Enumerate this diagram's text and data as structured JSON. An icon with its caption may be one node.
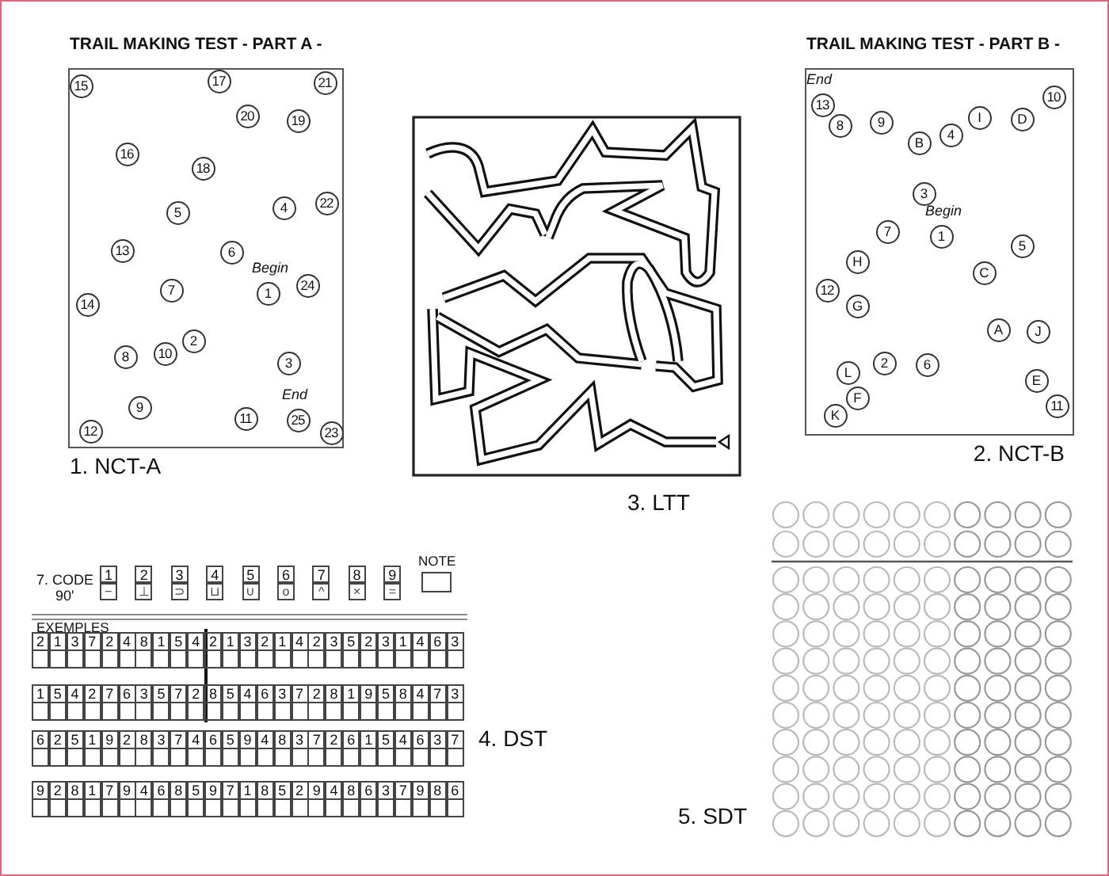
{
  "diagram": {
    "nodes": [
      {
        "text": [
          "TRAIL MAKING TEST - PART A -"
        ],
        "beside": [
          "1. NCT-A"
        ]
      },
      {
        "text": [
          "15"
        ],
        "in": 0
      },
      {
        "text": [
          "17"
        ],
        "in": 0
      },
      {
        "text": [
          "21"
        ],
        "in": 0
      },
      {
        "text": [
          "20"
        ],
        "in": 0
      },
      {
        "text": [
          "19"
        ],
        "in": 0
      },
      {
        "text": [
          "16"
        ],
        "in": 0
      },
      {
        "text": [
          "18"
        ],
        "in": 0
      },
      {
        "text": [
          "22"
        ],
        "in": 0
      },
      {
        "text": [
          "4"
        ],
        "in": 0
      },
      {
        "text": [
          "5"
        ],
        "in": 0
      },
      {
        "text": [
          "13"
        ],
        "in": 0
      },
      {
        "text": [
          "6"
        ],
        "in": 0
      },
      {
        "text": [
          "24"
        ],
        "in": 0
      },
      {
        "text": [
          "1"
        ],
        "in": 0,
        "beside": [
          "Begin"
        ]
      },
      {
        "text": [
          "7"
        ],
        "in": 0
      },
      {
        "text": [
          "14"
        ],
        "in": 0
      },
      {
        "text": [
          "2"
        ],
        "in": 0
      },
      {
        "text": [
          "10"
        ],
        "in": 0
      },
      {
        "text": [
          "8"
        ],
        "in": 0
      },
      {
        "text": [
          "3"
        ],
        "in": 0
      },
      {
        "text": [
          "9"
        ],
        "in": 0
      },
      {
        "text": [
          "11"
        ],
        "in": 0
      },
      {
        "text": [
          "25"
        ],
        "in": 0,
        "beside": [
          "End"
        ]
      },
      {
        "text": [
          "12"
        ],
        "in": 0
      },
      {
        "text": [
          "23"
        ],
        "in": 0
      },
      {
        "text": [
          "TRAIL MAKING TEST - PART B -"
        ],
        "beside": [
          "2. NCT-B"
        ]
      },
      {
        "text": [
          "13"
        ],
        "in": 26,
        "beside": [
          "End"
        ]
      },
      {
        "text": [
          "10"
        ],
        "in": 26
      },
      {
        "text": [
          "I"
        ],
        "in": 26
      },
      {
        "text": [
          "D"
        ],
        "in": 26
      },
      {
        "text": [
          "9"
        ],
        "in": 26
      },
      {
        "text": [
          "8"
        ],
        "in": 26
      },
      {
        "text": [
          "4"
        ],
        "in": 26
      },
      {
        "text": [
          "B"
        ],
        "in": 26
      },
      {
        "text": [
          "3"
        ],
        "in": 26
      },
      {
        "text": [
          "7"
        ],
        "in": 26
      },
      {
        "text": [
          "1"
        ],
        "in": 26,
        "beside": [
          "Begin"
        ]
      },
      {
        "text": [
          "5"
        ],
        "in": 26
      },
      {
        "text": [
          "H"
        ],
        "in": 26
      },
      {
        "text": [
          "C"
        ],
        "in": 26
      },
      {
        "text": [
          "12"
        ],
        "in": 26
      },
      {
        "text": [
          "G"
        ],
        "in": 26
      },
      {
        "text": [
          "A"
        ],
        "in": 26
      },
      {
        "text": [
          "J"
        ],
        "in": 26
      },
      {
        "text": [
          "2"
        ],
        "in": 26
      },
      {
        "text": [
          "6"
        ],
        "in": 26
      },
      {
        "text": [
          "L"
        ],
        "in": 26
      },
      {
        "text": [
          "E"
        ],
        "in": 26
      },
      {
        "text": [
          "F"
        ],
        "in": 26
      },
      {
        "text": [
          "11"
        ],
        "in": 26
      },
      {
        "text": [
          "K"
        ],
        "in": 26
      }
    ],
    "labels": [
      "3. LTT",
      "7. CODE",
      "90'",
      "1",
      "2",
      "3",
      "4",
      "5",
      "6",
      "7",
      "8",
      "9",
      "NOTE",
      "−",
      "⊥",
      "⊃",
      "⊔",
      "∪",
      "o",
      "^",
      "×",
      "=",
      "EXEMPLES",
      "2",
      "1",
      "3",
      "7",
      "2",
      "4",
      "8",
      "1",
      "5",
      "4",
      "2",
      "1",
      "3",
      "2",
      "1",
      "4",
      "2",
      "3",
      "5",
      "2",
      "3",
      "1",
      "4",
      "6",
      "3",
      "1",
      "5",
      "4",
      "2",
      "7",
      "6",
      "3",
      "5",
      "7",
      "2",
      "8",
      "5",
      "4",
      "6",
      "3",
      "7",
      "2",
      "8",
      "1",
      "9",
      "5",
      "8",
      "4",
      "7",
      "3",
      "6",
      "2",
      "5",
      "1",
      "9",
      "2",
      "8",
      "3",
      "7",
      "4",
      "6",
      "5",
      "9",
      "4",
      "8",
      "3",
      "7",
      "2",
      "6",
      "1",
      "5",
      "4",
      "6",
      "3",
      "7",
      "9",
      "2",
      "8",
      "1",
      "7",
      "9",
      "4",
      "6",
      "8",
      "5",
      "9",
      "7",
      "1",
      "8",
      "5",
      "2",
      "9",
      "4",
      "8",
      "6",
      "3",
      "7",
      "9",
      "8",
      "6",
      "4. DST",
      "5. SDT"
    ]
  }
}
